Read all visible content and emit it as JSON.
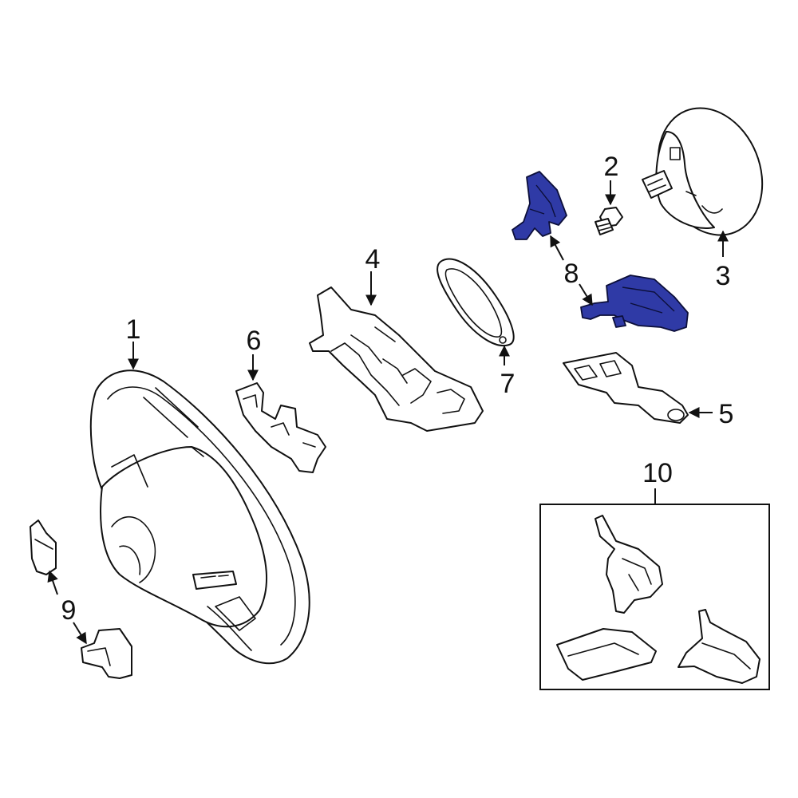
{
  "diagram": {
    "highlight_color": "#2f3aa6",
    "callouts": {
      "c1": "1",
      "c2": "2",
      "c3": "3",
      "c4": "4",
      "c5": "5",
      "c6": "6",
      "c7": "7",
      "c8": "8",
      "c9": "9",
      "c10": "10"
    }
  }
}
